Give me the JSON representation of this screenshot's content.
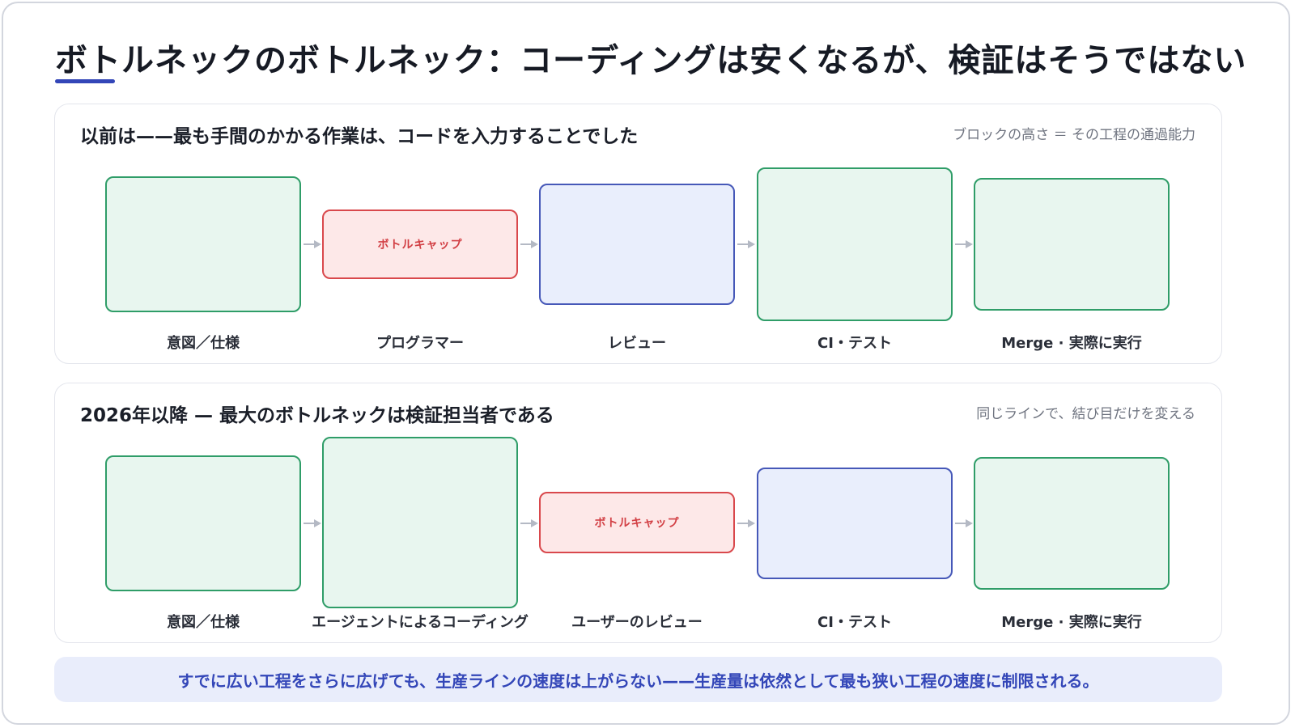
{
  "title": "ボトルネックのボトルネック：コーディングは安くなるが、検証はそうではない",
  "panels": {
    "before": {
      "title": "以前は——最も手間のかかる作業は、コードを入力することでした",
      "note": "ブロックの高さ ＝ その工程の通過能力",
      "stages": [
        {
          "label": "意図／仕様",
          "style": "green",
          "text": ""
        },
        {
          "label": "プログラマー",
          "style": "red",
          "text": "ボトルキャップ"
        },
        {
          "label": "レビュー",
          "style": "blue",
          "text": ""
        },
        {
          "label": "CI・テスト",
          "style": "green",
          "text": ""
        },
        {
          "label": "Merge · 実際に実行",
          "style": "green",
          "text": ""
        }
      ]
    },
    "after": {
      "title": "2026年以降 — 最大のボトルネックは検証担当者である",
      "note": "同じラインで、結び目だけを変える",
      "stages": [
        {
          "label": "意図／仕様",
          "style": "green",
          "text": ""
        },
        {
          "label": "エージェントによるコーディング",
          "style": "green",
          "text": ""
        },
        {
          "label": "ユーザーのレビュー",
          "style": "red",
          "text": "ボトルキャップ"
        },
        {
          "label": "CI・テスト",
          "style": "blue",
          "text": ""
        },
        {
          "label": "Merge · 実際に実行",
          "style": "green",
          "text": ""
        }
      ]
    }
  },
  "footer": "すでに広い工程をさらに広げても、生産ラインの速度は上がらない——生産量は依然として最も狭い工程の速度に制限される。",
  "colors": {
    "accent": "#3346b8",
    "green": "#2f9d68",
    "red": "#d9484c",
    "blue": "#4658b8"
  }
}
